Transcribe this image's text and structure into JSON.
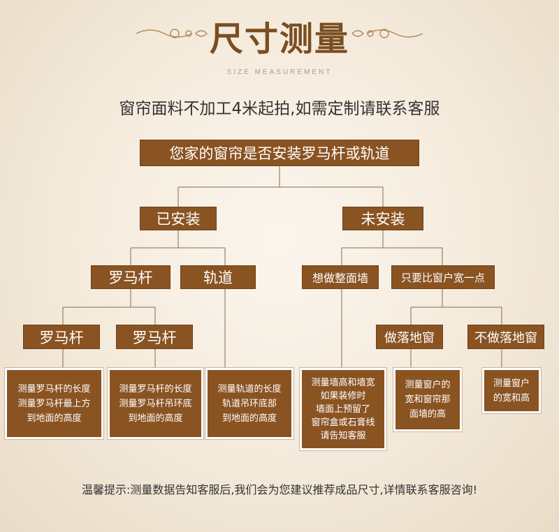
{
  "header": {
    "title": "尺寸测量",
    "subtitle": "SIZE MEASUREMENT",
    "note": "窗帘面料不加工4米起拍,如需定制请联系客服"
  },
  "tree": {
    "root": "您家的窗帘是否安装罗马杆或轨道",
    "installed": "已安装",
    "not_installed": "未安装",
    "roman_rod": "罗马杆",
    "track": "轨道",
    "roman_rod_a": "罗马杆",
    "roman_rod_b": "罗马杆",
    "full_wall": "想做整面墙",
    "wider": "只要比窗户宽一点",
    "floor_window": "做落地窗",
    "no_floor_window": "不做落地窗"
  },
  "descriptions": {
    "rod_a": [
      "测量罗马杆的长度",
      "测量罗马杆最上方",
      "到地面的高度"
    ],
    "rod_b": [
      "测量罗马杆的长度",
      "测量罗马杆吊环底",
      "到地面的高度"
    ],
    "track": [
      "测量轨道的长度",
      "轨道吊环底部",
      "到地面的高度"
    ],
    "wall": [
      "测量墙高和墙宽",
      "如果装修时",
      "墙面上预留了",
      "窗帘盒或石膏线",
      "请告知客服"
    ],
    "floor": [
      "测量窗户的",
      "宽和窗帘那",
      "面墙的高"
    ],
    "nofloor": [
      "测量窗户",
      "的宽和高"
    ]
  },
  "footer": "温馨提示:测量数据告知客服后,我们会为您建议推荐成品尺寸,详情联系客服咨询!",
  "colors": {
    "node": "#8a5322",
    "title": "#7a4e21",
    "line": "#8a6a48"
  }
}
